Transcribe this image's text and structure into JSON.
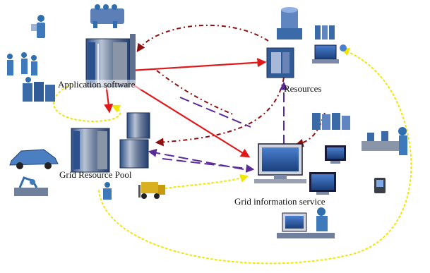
{
  "labels": {
    "application_software": "Application software",
    "resources": "Resources",
    "grid_resource_pool": "Grid Resource Pool",
    "grid_information_service": "Grid information service"
  },
  "colors": {
    "red_arrow": "#e01a1a",
    "dark_red_dash": "#8b1010",
    "purple_arrow": "#5a2a9a",
    "yellow_dotted": "#f2e600",
    "server_blue": "#3b6aa8",
    "server_grey": "#9aa0b0",
    "person_blue": "#2f6fb0",
    "monitor_dark": "#1a1a3a"
  },
  "icons": [
    "people-group-icon",
    "person-icon",
    "server-tower-icon",
    "server-rack-icon",
    "cluster-icon",
    "workstation-icon",
    "monitor-icon",
    "car-icon",
    "robot-arm-icon",
    "forklift-icon",
    "pda-icon",
    "conveyor-icon",
    "gas-tank-icon"
  ]
}
